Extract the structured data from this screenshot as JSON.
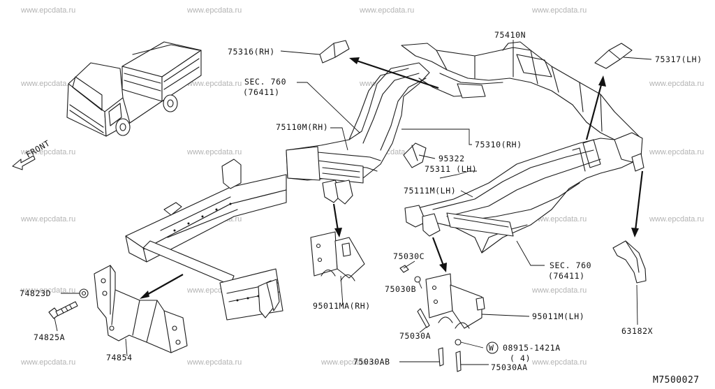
{
  "diagram": {
    "catalog_code": "M7500027",
    "watermark_text": "www.epcdata.ru",
    "front_label": "FRONT",
    "labels": {
      "p75410N": "75410N",
      "p75316": "75316(RH)",
      "p75317": "75317(LH)",
      "sec760_rh": "SEC. 760",
      "sec760_rh_sub": "(76411)",
      "p75110M": "75110M(RH)",
      "p75310": "75310(RH)",
      "p95322": "95322",
      "p75311": "75311 (LH)",
      "p75111M": "75111M(LH)",
      "sec760_lh": "SEC. 760",
      "sec760_lh_sub": "(76411)",
      "p75030C": "75030C",
      "p75030B": "75030B",
      "p95011MA": "95011MA(RH)",
      "p95011M": "95011M(LH)",
      "p75030A": "75030A",
      "p08915": "08915-1421A",
      "p08915_qty": "( 4)",
      "p75030AB": "75030AB",
      "p75030AA": "75030AA",
      "p74823D": "74823D",
      "p74825A": "74825A",
      "p74854": "74854",
      "p63182X": "63182X",
      "washer_symbol": "W"
    }
  }
}
